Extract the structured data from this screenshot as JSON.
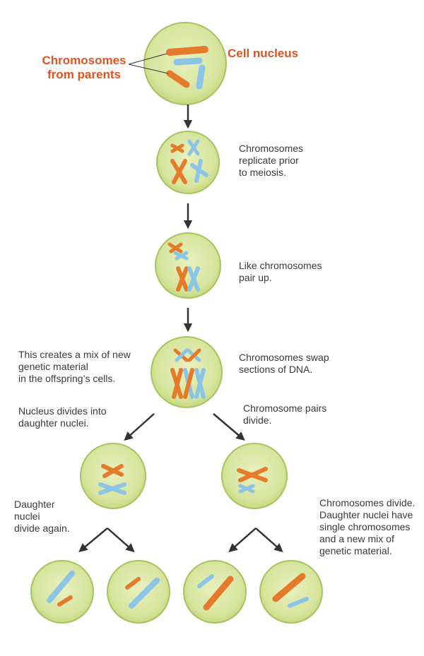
{
  "labels": {
    "chromosomes_from_parents": [
      "Chromosomes",
      "from parents"
    ],
    "cell_nucleus": "Cell nucleus",
    "replicate": [
      "Chromosomes",
      "replicate prior",
      "to meiosis."
    ],
    "pair_up": [
      "Like chromosomes",
      "pair up."
    ],
    "swap": [
      "Chromosomes swap",
      "sections of DNA."
    ],
    "mix": [
      "This creates a mix of new",
      "genetic material",
      "in the offspring’s cells."
    ],
    "nucleus_divides": [
      "Nucleus divides into",
      "daughter nuclei."
    ],
    "pairs_divide": [
      "Chromosome pairs",
      "divide."
    ],
    "daughter_divide": [
      "Daughter",
      "nuclei",
      "divide again."
    ],
    "chromosomes_divide": [
      "Chromosomes divide.",
      "Daughter nuclei have",
      "single chromosomes",
      "and a new mix of",
      "genetic material."
    ]
  },
  "colors": {
    "orange": "#e57a2a",
    "blue": "#8cc4e6",
    "cell_fill": "#dbe8a6",
    "cell_border": "#a5c460",
    "arrow": "#333333",
    "highlight": "#e0531f"
  }
}
